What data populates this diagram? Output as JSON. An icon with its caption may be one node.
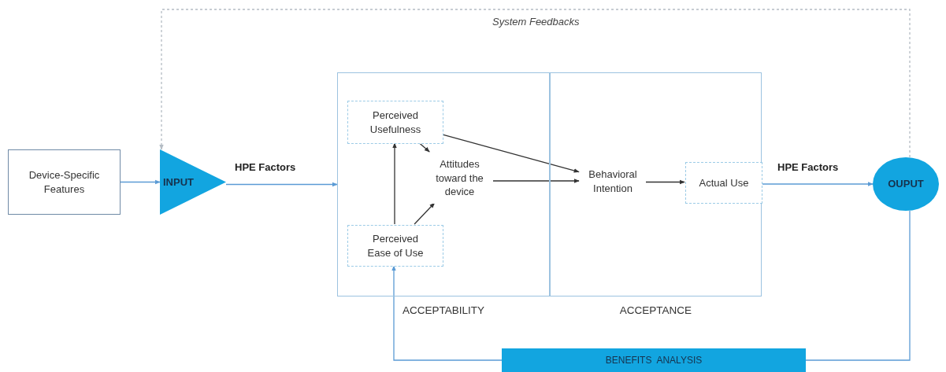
{
  "diagram": {
    "nodes": [
      {
        "text": [
          "Device-Specific Features"
        ]
      },
      {
        "text": [
          "INPUT"
        ]
      },
      {
        "text": [
          "ACCEPTABILITY"
        ]
      },
      {
        "text": [
          "Perceived Usefulness"
        ],
        "in": 2
      },
      {
        "text": [
          "Attitudes toward the device"
        ],
        "in": 2
      },
      {
        "text": [
          "Perceived Ease of Use"
        ],
        "in": 2
      },
      {
        "text": [
          "ACCEPTANCE"
        ]
      },
      {
        "text": [
          "Behavioral Intention"
        ],
        "in": 6
      },
      {
        "text": [
          "Actual Use"
        ],
        "in": 6
      },
      {
        "text": [
          "OUPUT"
        ]
      },
      {
        "text": [
          "BENEFITS  ANALYSIS"
        ]
      }
    ],
    "edges": [
      {
        "from": 0,
        "to": 1,
        "arrow": "to",
        "color": "#5b9bd5"
      },
      {
        "from": 1,
        "to": 2,
        "arrow": "to",
        "label": "HPE Factors",
        "color": "#5b9bd5"
      },
      {
        "from": 3,
        "to": 4,
        "arrow": "to"
      },
      {
        "from": 3,
        "to": 7,
        "arrow": "to"
      },
      {
        "from": 5,
        "to": 4,
        "arrow": "to"
      },
      {
        "from": 5,
        "to": 3,
        "arrow": "to"
      },
      {
        "from": 4,
        "to": 7,
        "arrow": "to"
      },
      {
        "from": 7,
        "to": 8,
        "arrow": "to"
      },
      {
        "from": 8,
        "to": 9,
        "arrow": "to",
        "label": "HPE Factors",
        "color": "#5b9bd5"
      },
      {
        "from": 9,
        "to": 10,
        "arrow": "none",
        "color": "#5b9bd5"
      },
      {
        "from": 10,
        "to": 5,
        "arrow": "to",
        "color": "#5b9bd5"
      },
      {
        "from": 9,
        "to": 1,
        "arrow": "to",
        "label": "System Feedbacks",
        "style": "dashed",
        "color": "#b4bcc4"
      }
    ]
  }
}
